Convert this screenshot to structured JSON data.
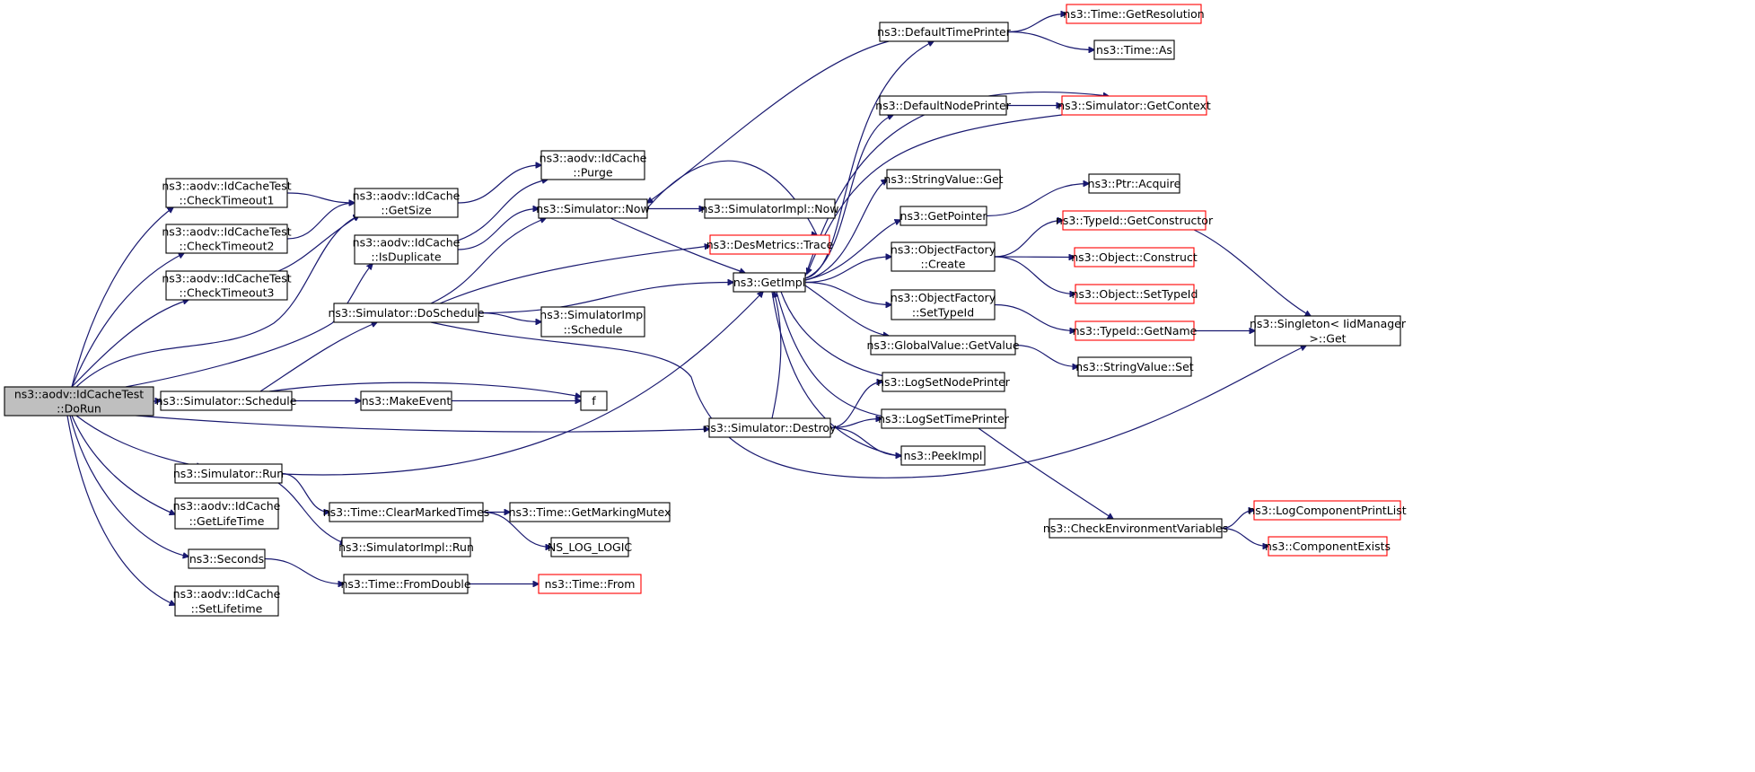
{
  "colors": {
    "edge": "#191970",
    "root_fill": "#bfbfbf",
    "truncated_border": "#ff0000",
    "border": "#000000"
  },
  "nodes": [
    {
      "id": "doRun",
      "lines": [
        "ns3::aodv::IdCacheTest",
        "::DoRun"
      ],
      "style": "root"
    },
    {
      "id": "checkTimeout1",
      "lines": [
        "ns3::aodv::IdCacheTest",
        "::CheckTimeout1"
      ]
    },
    {
      "id": "checkTimeout2",
      "lines": [
        "ns3::aodv::IdCacheTest",
        "::CheckTimeout2"
      ]
    },
    {
      "id": "checkTimeout3",
      "lines": [
        "ns3::aodv::IdCacheTest",
        "::CheckTimeout3"
      ]
    },
    {
      "id": "simSchedule",
      "lines": [
        "ns3::Simulator::Schedule"
      ]
    },
    {
      "id": "simRun",
      "lines": [
        "ns3::Simulator::Run"
      ]
    },
    {
      "id": "getLifeTime",
      "lines": [
        "ns3::aodv::IdCache",
        "::GetLifeTime"
      ]
    },
    {
      "id": "seconds",
      "lines": [
        "ns3::Seconds"
      ]
    },
    {
      "id": "setLifetime",
      "lines": [
        "ns3::aodv::IdCache",
        "::SetLifetime"
      ]
    },
    {
      "id": "getSize",
      "lines": [
        "ns3::aodv::IdCache",
        "::GetSize"
      ]
    },
    {
      "id": "isDuplicate",
      "lines": [
        "ns3::aodv::IdCache",
        "::IsDuplicate"
      ]
    },
    {
      "id": "doSchedule",
      "lines": [
        "ns3::Simulator::DoSchedule"
      ]
    },
    {
      "id": "makeEvent",
      "lines": [
        "ns3::MakeEvent"
      ]
    },
    {
      "id": "clearMarkedTimes",
      "lines": [
        "ns3::Time::ClearMarkedTimes"
      ]
    },
    {
      "id": "simImplRun",
      "lines": [
        "ns3::SimulatorImpl::Run"
      ]
    },
    {
      "id": "fromDouble",
      "lines": [
        "ns3::Time::FromDouble"
      ]
    },
    {
      "id": "purge",
      "lines": [
        "ns3::aodv::IdCache",
        "::Purge"
      ]
    },
    {
      "id": "simNow",
      "lines": [
        "ns3::Simulator::Now"
      ]
    },
    {
      "id": "simImplSchedule",
      "lines": [
        "ns3::SimulatorImpl",
        "::Schedule"
      ]
    },
    {
      "id": "f",
      "lines": [
        "f"
      ]
    },
    {
      "id": "getMarkingMutex",
      "lines": [
        "ns3::Time::GetMarkingMutex"
      ]
    },
    {
      "id": "nsLogLogic",
      "lines": [
        "NS_LOG_LOGIC"
      ]
    },
    {
      "id": "timeFrom",
      "lines": [
        "ns3::Time::From"
      ],
      "style": "trunc"
    },
    {
      "id": "simImplNow",
      "lines": [
        "ns3::SimulatorImpl::Now"
      ]
    },
    {
      "id": "desMetricsTrace",
      "lines": [
        "ns3::DesMetrics::Trace"
      ],
      "style": "trunc"
    },
    {
      "id": "getImpl",
      "lines": [
        "ns3::GetImpl"
      ]
    },
    {
      "id": "simDestroy",
      "lines": [
        "ns3::Simulator::Destroy"
      ]
    },
    {
      "id": "defaultTimePrinter",
      "lines": [
        "ns3::DefaultTimePrinter"
      ]
    },
    {
      "id": "defaultNodePrinter",
      "lines": [
        "ns3::DefaultNodePrinter"
      ]
    },
    {
      "id": "stringValueGet",
      "lines": [
        "ns3::StringValue::Get"
      ]
    },
    {
      "id": "getPointer",
      "lines": [
        "ns3::GetPointer"
      ]
    },
    {
      "id": "objFactoryCreate",
      "lines": [
        "ns3::ObjectFactory",
        "::Create"
      ]
    },
    {
      "id": "objFactorySetTypeId",
      "lines": [
        "ns3::ObjectFactory",
        "::SetTypeId"
      ]
    },
    {
      "id": "globalValueGetValue",
      "lines": [
        "ns3::GlobalValue::GetValue"
      ]
    },
    {
      "id": "logSetNodePrinter",
      "lines": [
        "ns3::LogSetNodePrinter"
      ]
    },
    {
      "id": "logSetTimePrinter",
      "lines": [
        "ns3::LogSetTimePrinter"
      ]
    },
    {
      "id": "peekImpl",
      "lines": [
        "ns3::PeekImpl"
      ]
    },
    {
      "id": "getResolution",
      "lines": [
        "ns3::Time::GetResolution"
      ],
      "style": "trunc"
    },
    {
      "id": "timeAs",
      "lines": [
        "ns3::Time::As"
      ]
    },
    {
      "id": "simGetContext",
      "lines": [
        "ns3::Simulator::GetContext"
      ],
      "style": "trunc"
    },
    {
      "id": "ptrAcquire",
      "lines": [
        "ns3::Ptr::Acquire"
      ]
    },
    {
      "id": "getConstructor",
      "lines": [
        "ns3::TypeId::GetConstructor"
      ],
      "style": "trunc"
    },
    {
      "id": "objectConstruct",
      "lines": [
        "ns3::Object::Construct"
      ],
      "style": "trunc"
    },
    {
      "id": "objectSetTypeId",
      "lines": [
        "ns3::Object::SetTypeId"
      ],
      "style": "trunc"
    },
    {
      "id": "typeIdGetName",
      "lines": [
        "ns3::TypeId::GetName"
      ],
      "style": "trunc"
    },
    {
      "id": "stringValueSet",
      "lines": [
        "ns3::StringValue::Set"
      ]
    },
    {
      "id": "checkEnvVars",
      "lines": [
        "ns3::CheckEnvironmentVariables"
      ]
    },
    {
      "id": "singletonGet",
      "lines": [
        "ns3::Singleton< IidManager",
        " >::Get"
      ]
    },
    {
      "id": "logComponentPrintList",
      "lines": [
        "ns3::LogComponentPrintList"
      ],
      "style": "trunc"
    },
    {
      "id": "componentExists",
      "lines": [
        "ns3::ComponentExists"
      ],
      "style": "trunc"
    }
  ]
}
